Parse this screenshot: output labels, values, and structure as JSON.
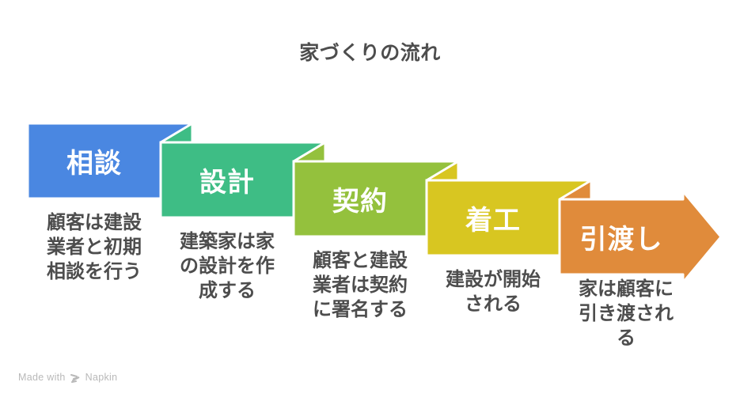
{
  "title": "家づくりの流れ",
  "steps": [
    {
      "label": "相談",
      "description": "顧客は建設業者と初期相談を行う",
      "description_lines": [
        "顧客は建設",
        "業者と初期",
        "相談を行う"
      ],
      "color": "#4a87e1"
    },
    {
      "label": "設計",
      "description": "建築家は家の設計を作成する",
      "description_lines": [
        "建築家は家",
        "の設計を作",
        "成する"
      ],
      "color": "#3ebd85"
    },
    {
      "label": "契約",
      "description": "顧客と建設業者は契約に署名する",
      "description_lines": [
        "顧客と建設",
        "業者は契約",
        "に署名する"
      ],
      "color": "#94c13d"
    },
    {
      "label": "着工",
      "description": "建設が開始される",
      "description_lines": [
        "建設が開始",
        "される"
      ],
      "color": "#d8c621"
    },
    {
      "label": "引渡し",
      "description": "家は顧客に引き渡される",
      "description_lines": [
        "家は顧客に",
        "引き渡され",
        "る"
      ],
      "color": "#e08b3b"
    }
  ],
  "footer": {
    "made_with": "Made with",
    "brand": "Napkin"
  },
  "colors": {
    "text": "#4d4d4d",
    "step_label_text": "#ffffff",
    "outline": "#ffffff",
    "footer_text": "#b9b9b9",
    "background": "#ffffff"
  }
}
